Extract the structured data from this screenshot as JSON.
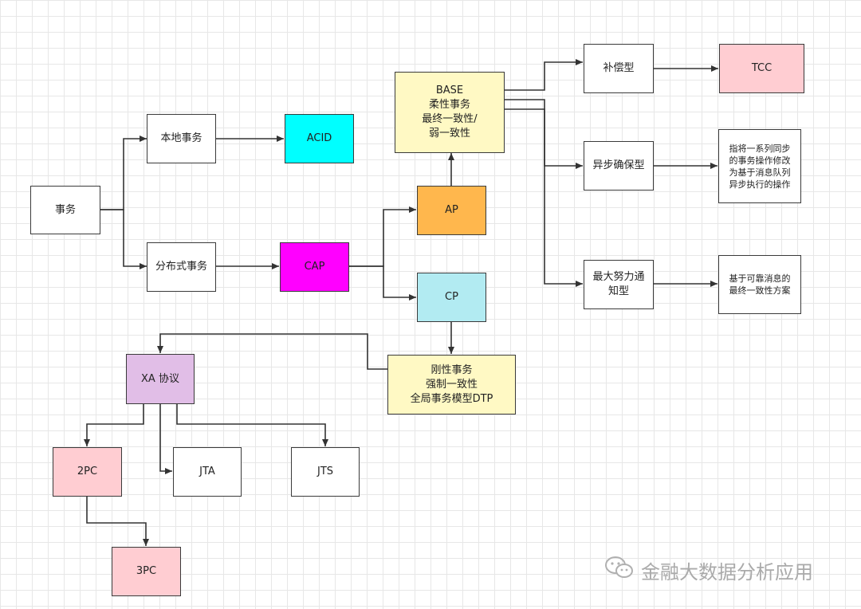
{
  "nodes": {
    "shiwu": {
      "label": "事务",
      "fill": "#ffffff"
    },
    "bendi": {
      "label": "本地事务",
      "fill": "#ffffff"
    },
    "acid": {
      "label": "ACID",
      "fill": "#00ffff"
    },
    "fenbushi": {
      "label": "分布式事务",
      "fill": "#ffffff"
    },
    "cap": {
      "label": "CAP",
      "fill": "#ff00ff"
    },
    "ap": {
      "label": "AP",
      "fill": "#ffb74d"
    },
    "cp": {
      "label": "CP",
      "fill": "#b2ebf2"
    },
    "base": {
      "label": "BASE\n柔性事务\n最终一致性/\n弱一致性",
      "fill": "#fff9c4"
    },
    "buchang": {
      "label": "补偿型",
      "fill": "#ffffff"
    },
    "tcc": {
      "label": "TCC",
      "fill": "#ffcdd2"
    },
    "yibu": {
      "label": "异步确保型",
      "fill": "#ffffff"
    },
    "yibu_desc": {
      "label": "指将一系列同步\n的事务操作修改\n为基于消息队列\n异步执行的操作",
      "fill": "#ffffff"
    },
    "zuida": {
      "label": "最大努力通\n知型",
      "fill": "#ffffff"
    },
    "zuida_desc": {
      "label": "基于可靠消息的\n最终一致性方案",
      "fill": "#ffffff"
    },
    "gangxing": {
      "label": "刚性事务\n强制一致性\n全局事务模型DTP",
      "fill": "#fff9c4"
    },
    "xa": {
      "label": "XA 协议",
      "fill": "#e1bee7"
    },
    "pc2": {
      "label": "2PC",
      "fill": "#ffcdd2"
    },
    "pc3": {
      "label": "3PC",
      "fill": "#ffcdd2"
    },
    "jta": {
      "label": "JTA",
      "fill": "#ffffff"
    },
    "jts": {
      "label": "JTS",
      "fill": "#ffffff"
    }
  },
  "watermark": {
    "text": "金融大数据分析应用",
    "icon": "wechat-icon"
  }
}
